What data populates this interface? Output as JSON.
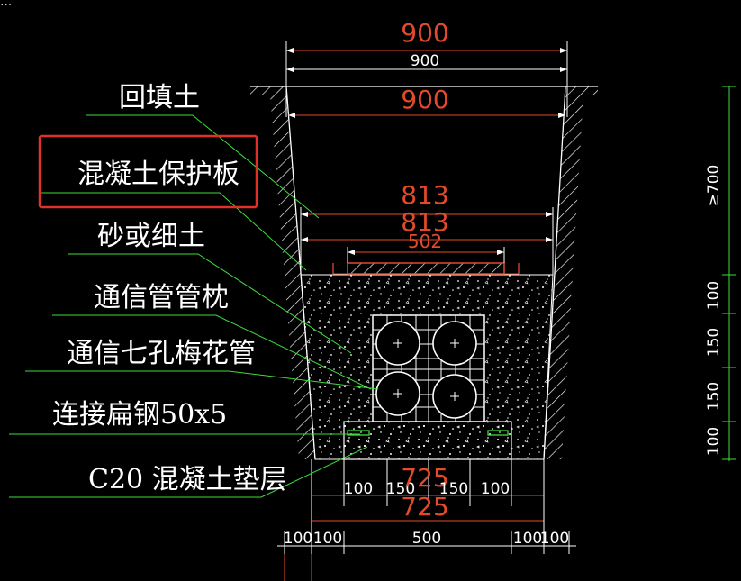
{
  "colors": {
    "background": "#000000",
    "white": "#ffffff",
    "orange": "#e24a2a",
    "leader": "#3ddc3d",
    "highlight": "#e0302a"
  },
  "top_text": "...",
  "labels": {
    "backfill": "回填土",
    "concrete_plate": "混凝土保护板",
    "sand": "砂或细土",
    "pipe_pillow": "通信管管枕",
    "seven_hole_pipe": "通信七孔梅花管",
    "flat_steel": "连接扁钢50x5",
    "cushion": "C20  混凝土垫层"
  },
  "dims_top": {
    "w900_red": "900",
    "w900_white": "900",
    "w900_red_2": "900",
    "w813_red": "813",
    "w813_red_2": "813",
    "w502_red": "502"
  },
  "dims_right": {
    "ge700": "≥700",
    "d100_a": "100",
    "d150_a": "150",
    "d150_b": "150",
    "d100_b": "100"
  },
  "dims_bottom_inner": {
    "s100_a": "100",
    "s150_a": "150",
    "s150_b": "150",
    "s100_b": "100",
    "w725_red": "725",
    "w725_red_2": "725"
  },
  "dims_bottom_outer": {
    "o100_a": "100",
    "o100_b": "100",
    "o500": "500",
    "o100_c": "100",
    "o100_d": "100"
  }
}
